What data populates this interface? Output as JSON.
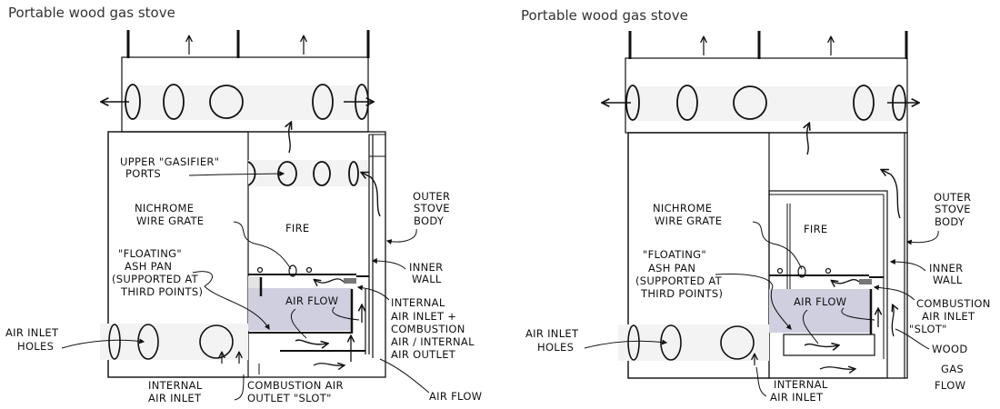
{
  "panels": [
    {
      "title": "Portable wood gas stove",
      "labels": {
        "upper_ports": [
          "UPPER \"GASIFIER\"",
          "PORTS"
        ],
        "grate": [
          "NICHROME",
          "WIRE GRATE"
        ],
        "fire": "FIRE",
        "ash_pan": [
          "\"FLOATING\"",
          "ASH PAN",
          "(SUPPORTED AT",
          "THIRD POINTS)"
        ],
        "outer_body": [
          "OUTER",
          "STOVE",
          "BODY"
        ],
        "inner_wall": [
          "INNER",
          "WALL"
        ],
        "air_flow_inner": "AIR FLOW",
        "internal_air": [
          "INTERNAL",
          "AIR INLET  +",
          "COMBUSTION",
          "AIR / INTERNAL",
          "AIR OUTLET"
        ],
        "air_inlet_holes": [
          "AIR INLET",
          "HOLES"
        ],
        "internal_air_inlet": [
          "INTERNAL",
          "AIR INLET"
        ],
        "combustion_slot": [
          "COMBUSTION AIR",
          "OUTLET \"SLOT\""
        ],
        "air_flow_bottom": "AIR FLOW"
      }
    },
    {
      "title": "Portable wood gas stove",
      "labels": {
        "grate": [
          "NICHROME",
          "WIRE GRATE"
        ],
        "fire": "FIRE",
        "ash_pan": [
          "\"FLOATING\"",
          "ASH PAN",
          "(SUPPORTED AT",
          "THIRD POINTS)"
        ],
        "outer_body": [
          "OUTER",
          "STOVE",
          "BODY"
        ],
        "inner_wall": [
          "INNER",
          "WALL"
        ],
        "air_flow_inner": "AIR FLOW",
        "combustion_slot": [
          "COMBUSTION",
          "AIR INLET",
          "\"SLOT\""
        ],
        "air_inlet_holes": [
          "AIR INLET",
          "HOLES"
        ],
        "internal_air_inlet": [
          "INTERNAL",
          "AIR INLET"
        ],
        "wood_gas_flow": [
          "WOOD",
          "GAS",
          "FLOW"
        ]
      }
    }
  ],
  "colors": {
    "ash_pan_fill": "#cfcfe0",
    "ash_gap": "#e3e3e3",
    "port_band": "#f3f3f3",
    "ink": "#111111"
  }
}
